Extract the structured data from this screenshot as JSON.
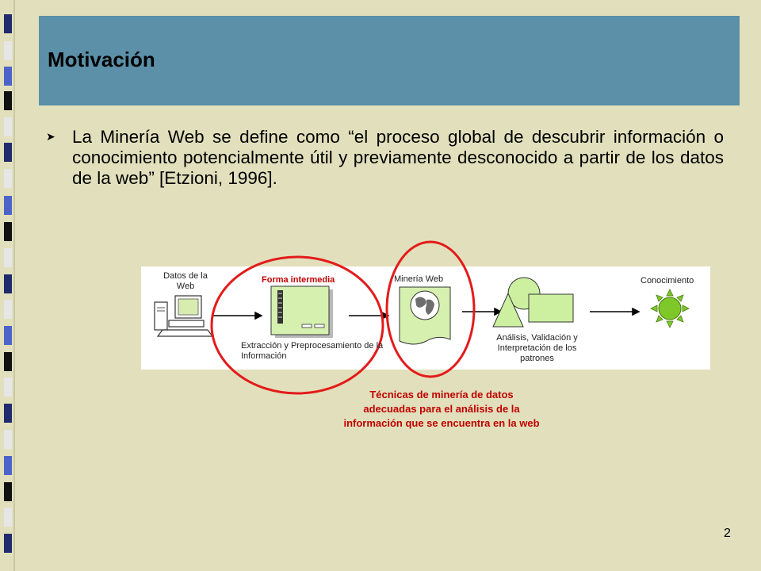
{
  "slide": {
    "title": "Motivación",
    "bullet": "La Minería Web se define como “el proceso global  de descubrir información o conocimiento potencialmente útil y previamente desconocido a partir de los datos de la  web” [Etzioni, 1996].",
    "page_number": "2"
  },
  "diagram": {
    "label_datos": "Datos de la Web",
    "label_forma": "Forma intermedia",
    "label_extraccion": "Extracción y Preprocesamiento de la Información",
    "label_mineria": "Minería Web",
    "label_analisis": "Análisis, Validación y Interpretación de los patrones",
    "label_conocimiento": "Conocimiento",
    "caption": "Técnicas de minería de datos adecuadas para el  análisis de la información que se encuentra en la web"
  },
  "colors": {
    "background": "#e2e0bc",
    "title_bar": "#5b90a8",
    "highlight_red": "#e31b1b",
    "shape_green": "#ccf0a0",
    "sun_green": "#7ec82a"
  }
}
